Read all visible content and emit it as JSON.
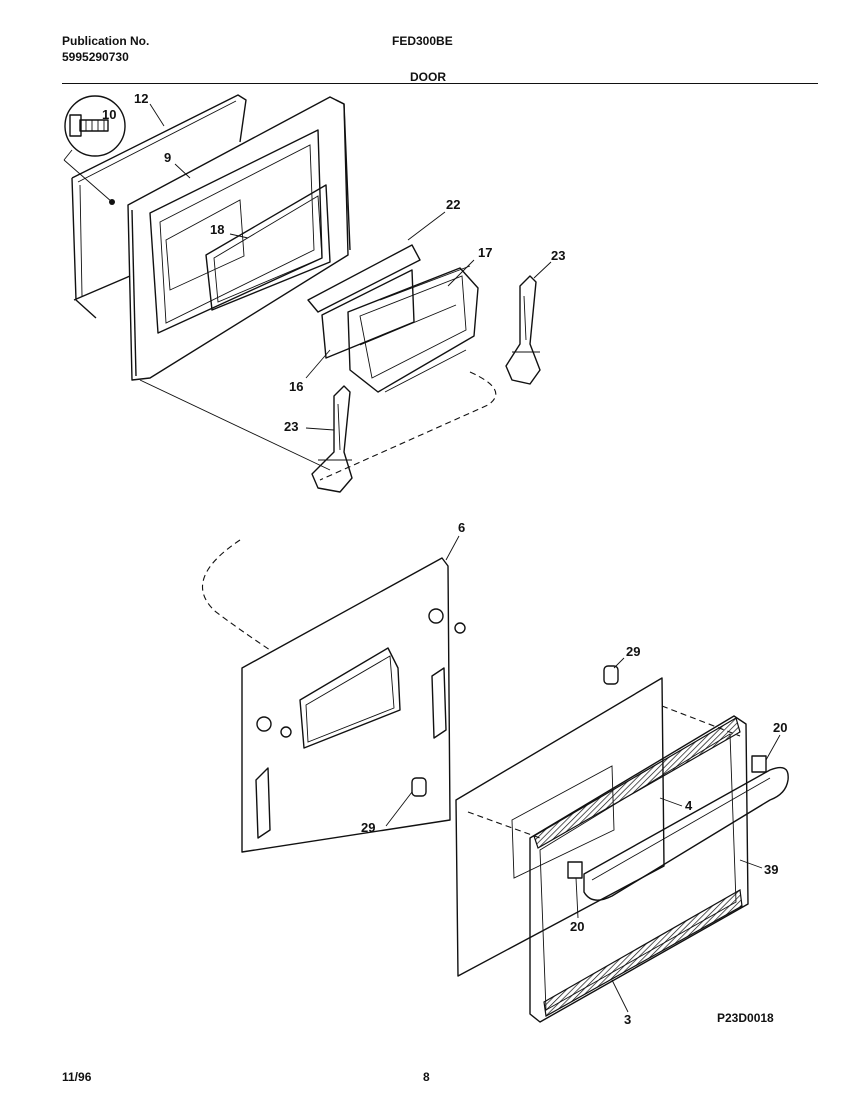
{
  "header": {
    "publication_label": "Publication No.",
    "publication_number": "5995290730",
    "model": "FED300BE",
    "section": "DOOR"
  },
  "footer": {
    "date": "11/96",
    "page": "8",
    "drawing_code": "P23D0018"
  },
  "callouts": {
    "c12": "12",
    "c10": "10",
    "c9": "9",
    "c18": "18",
    "c22": "22",
    "c17": "17",
    "c23a": "23",
    "c16": "16",
    "c23b": "23",
    "c6": "6",
    "c29a": "29",
    "c20a": "20",
    "c4": "4",
    "c29b": "29",
    "c39": "39",
    "c20b": "20",
    "c3": "3"
  }
}
